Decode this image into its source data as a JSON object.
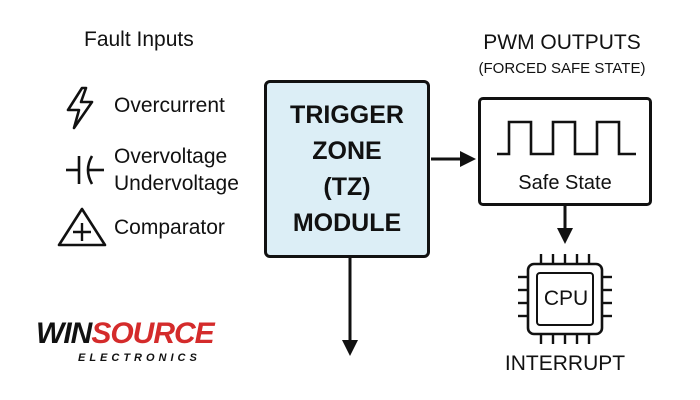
{
  "fault_inputs": {
    "title": "Fault Inputs",
    "items": [
      {
        "icon": "lightning-icon",
        "lines": [
          "Overcurrent"
        ]
      },
      {
        "icon": "capacitor-icon",
        "lines": [
          "Overvoltage",
          "Undervoltage"
        ]
      },
      {
        "icon": "comparator-triangle-icon",
        "lines": [
          "Comparator"
        ]
      }
    ]
  },
  "tz_module": {
    "lines": [
      "TRIGGER",
      "ZONE",
      "(TZ)",
      "MODULE"
    ]
  },
  "pwm_outputs": {
    "title": "PWM OUTPUTS",
    "subtitle": "(FORCED SAFE STATE)",
    "box_label": "Safe State"
  },
  "cpu": {
    "chip_label": "CPU",
    "caption": "INTERRUPT"
  },
  "logo": {
    "brand_part1": "WIN",
    "brand_part2": "SOURCE",
    "tagline": "ELECTRONICS"
  },
  "colors": {
    "tz_fill": "#dceef6",
    "stroke": "#111111",
    "logo_black": "#111111",
    "logo_red": "#d42b2b"
  }
}
